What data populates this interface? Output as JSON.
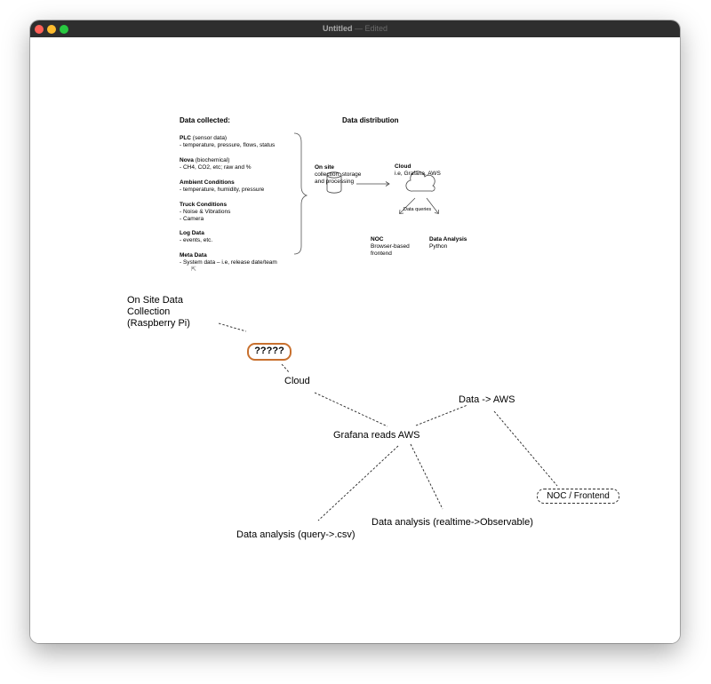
{
  "window": {
    "title": "Untitled",
    "separator": "—",
    "status": "Edited"
  },
  "slide": {
    "data_collected": {
      "heading": "Data collected:",
      "groups": [
        {
          "title": "PLC",
          "suffix": " (sensor data)",
          "lines": [
            "-   temperature, pressure, flows, status"
          ]
        },
        {
          "title": "Nova",
          "suffix": " (biochemical)",
          "lines": [
            "-   CH4, CO2, etc; raw and %"
          ]
        },
        {
          "title": "Ambient Conditions",
          "suffix": "",
          "lines": [
            "-   temperature, humidity, pressure"
          ]
        },
        {
          "title": "Truck Conditions",
          "suffix": "",
          "lines": [
            "-   Noise & Vibrations",
            "-   Camera"
          ]
        },
        {
          "title": "Log Data",
          "suffix": "",
          "lines": [
            "-   events, etc."
          ]
        },
        {
          "title": "Meta Data",
          "suffix": "",
          "lines": [
            "-   System data – i.e, release date/team"
          ]
        }
      ]
    },
    "data_distribution": {
      "heading": "Data distribution",
      "onsite_title": "On site",
      "onsite_lines": [
        "collection, storage",
        "and processing"
      ],
      "cloud_title": "Cloud",
      "cloud_line": "i.e, Grafana, AWS",
      "queries_label": "Data queries",
      "noc_title": "NOC",
      "noc_lines": [
        "Browser-based",
        "frontend"
      ],
      "analysis_title": "Data Analysis",
      "analysis_line": "Python"
    }
  },
  "diagram": {
    "onsite_lines": [
      "On Site Data",
      "Collection",
      "(Raspberry Pi)"
    ],
    "unknown_box": "?????",
    "cloud": "Cloud",
    "grafana": "Grafana reads AWS",
    "data_aws": "Data -> AWS",
    "noc_frontend": "NOC / Frontend",
    "analysis_csv": "Data analysis (query->.csv)",
    "analysis_realtime": "Data analysis (realtime->Observable)"
  },
  "colors": {
    "titlebar": "#2e2e2e",
    "close": "#fe5f57",
    "minimize": "#febc2e",
    "maximize": "#28c840",
    "highlight_border": "#c8702e"
  }
}
